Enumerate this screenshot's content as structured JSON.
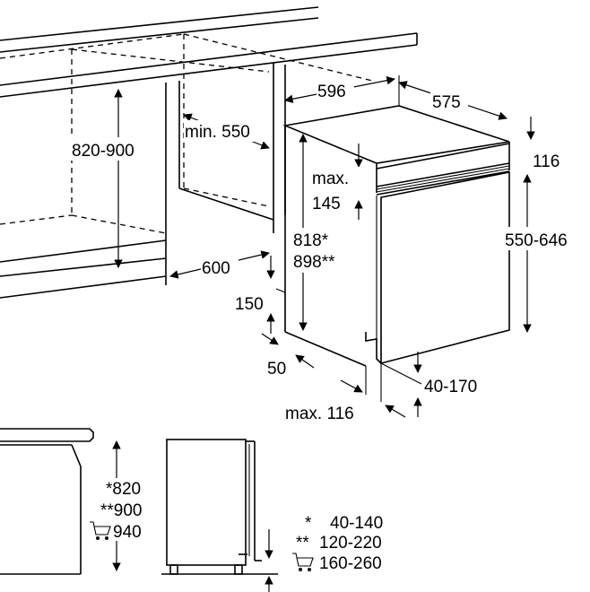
{
  "upper": {
    "height_range": "820-900",
    "min_depth": "min. 550",
    "niche_depth": "600",
    "width": "596",
    "depth": "575",
    "top_gap": "116",
    "max_label": "max.",
    "max_value": "145",
    "front_height": "550-646",
    "height_a": "818*",
    "height_b": "898**",
    "plinth_height": "150",
    "plinth_offset": "50",
    "max_bottom": "max. 116",
    "foot_range": "40-170"
  },
  "lower": {
    "h1": "*820",
    "h2": "**900",
    "h3": "940",
    "legend": [
      {
        "marker": "*",
        "value": "40-140"
      },
      {
        "marker": "**",
        "value": "120-220"
      },
      {
        "marker": "cart",
        "value": "160-260"
      }
    ]
  }
}
